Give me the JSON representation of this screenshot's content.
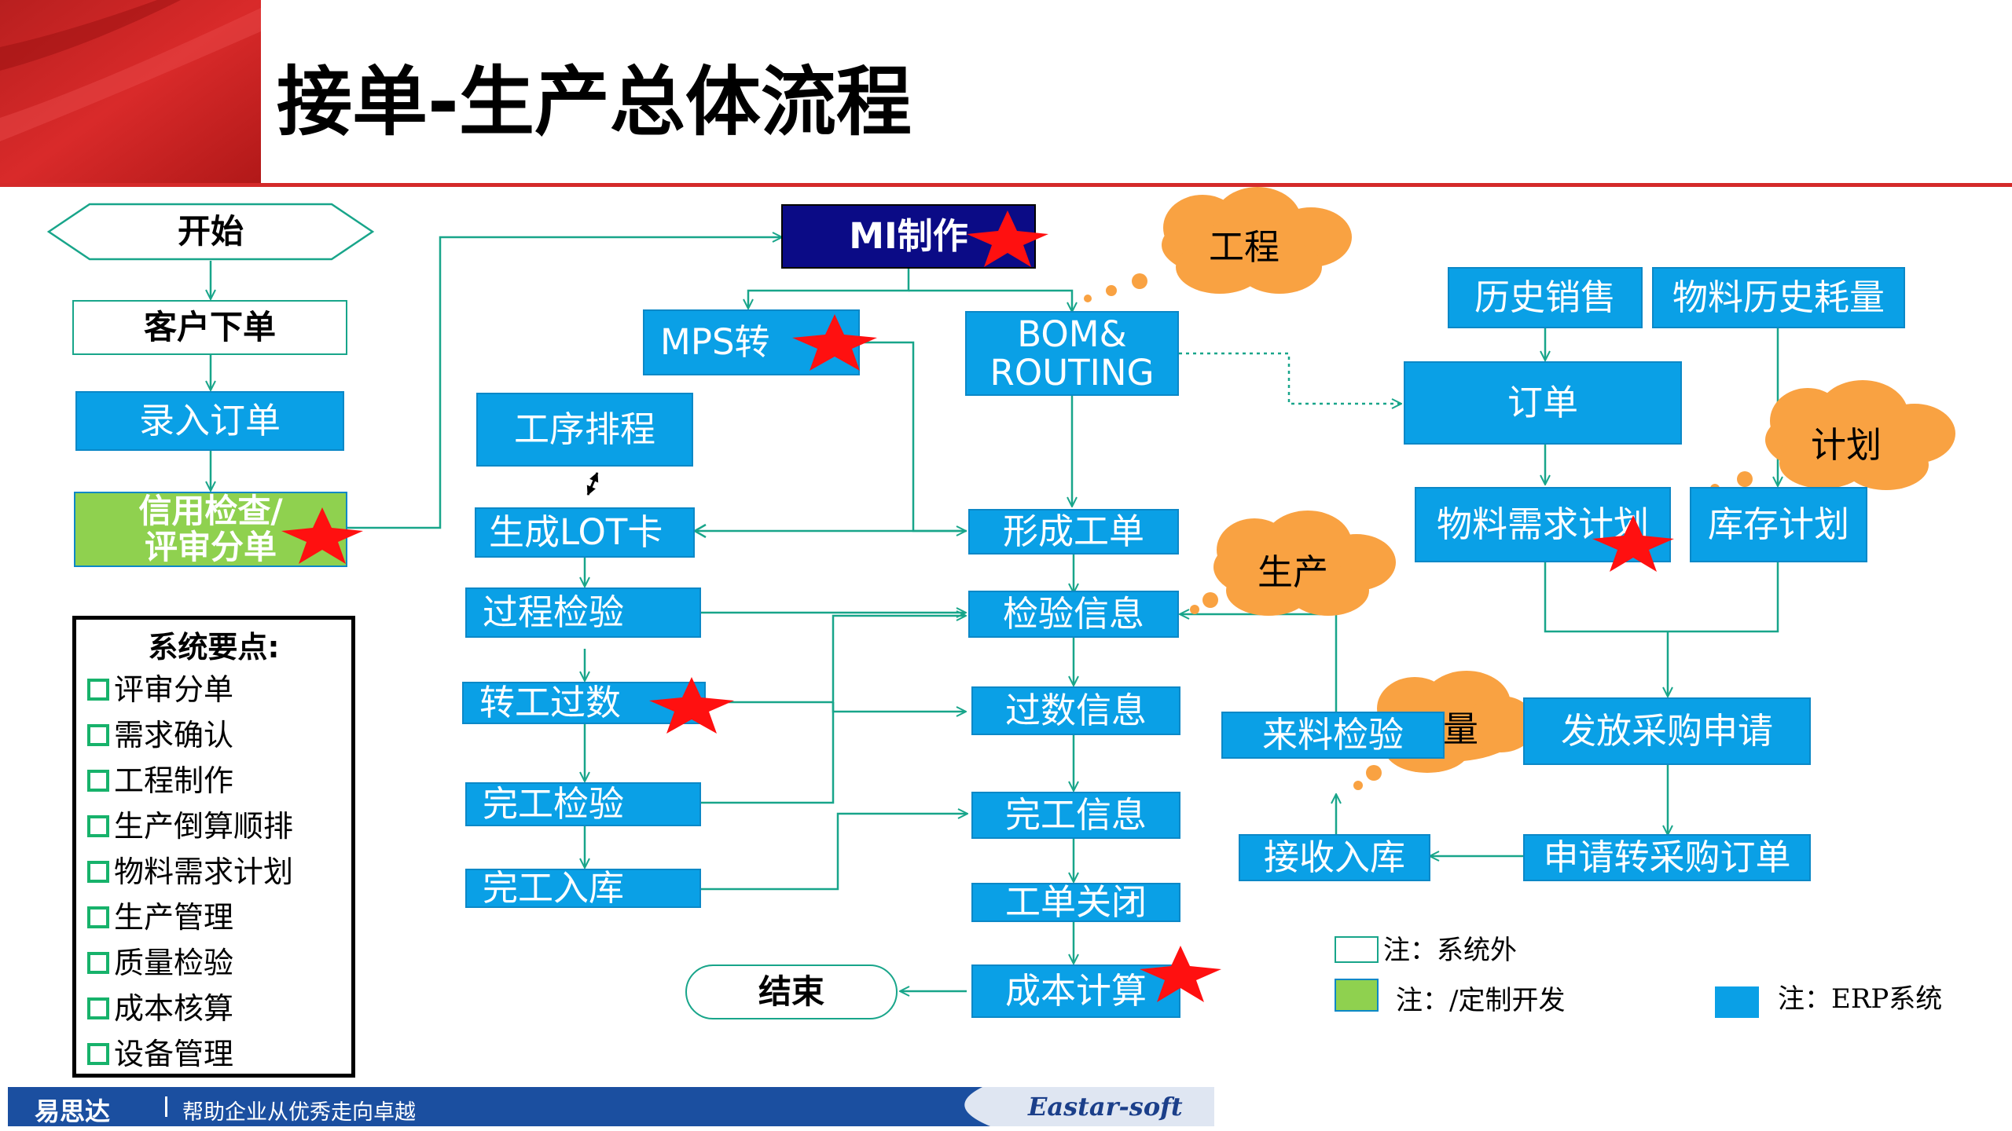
{
  "title": "接单-生产总体流程",
  "nodes": {
    "start": "开始",
    "customer_order": "客户下单",
    "enter_order": "录入订单",
    "credit_check_line1": "信用检查/",
    "credit_check_line2": "评审分单",
    "mi_make": "MI制作",
    "mps": "MPS转",
    "bom_line1": "BOM&",
    "bom_line2": "ROUTING",
    "schedule": "工序排程",
    "lot_card": "生成LOT卡",
    "work_order": "形成工单",
    "process_inspect": "过程检验",
    "inspect_info": "检验信息",
    "transfer_count": "转工过数",
    "count_info": "过数信息",
    "finish_inspect": "完工检验",
    "finish_info": "完工信息",
    "finish_store": "完工入库",
    "close_order": "工单关闭",
    "cost_calc": "成本计算",
    "end": "结束",
    "sales_history": "历史销售",
    "material_history": "物料历史耗量",
    "order": "订单",
    "mrp": "物料需求计划",
    "inventory_plan": "库存计划",
    "incoming_inspect": "来料检验",
    "purchase_request": "发放采购申请",
    "receive_store": "接收入库",
    "request_to_po": "申请转采购订单"
  },
  "clouds": {
    "engineering": "工程",
    "planning": "计划",
    "production": "生产",
    "quality_partial": "量"
  },
  "system_points": {
    "title": "系统要点:",
    "items": [
      "评审分单",
      "需求确认",
      "工程制作",
      "生产倒算顺排",
      "物料需求计划",
      "生产管理",
      "质量检验",
      "成本核算",
      "设备管理"
    ]
  },
  "legend": {
    "outside": "注：系统外",
    "custom": "注：/定制开发",
    "erp": "注：ERP系统"
  },
  "footer": {
    "company": "易思达",
    "slogan": "帮助企业从优秀走向卓越",
    "brand": "Eastar-soft"
  },
  "colors": {
    "banner_red": "#d42a2a",
    "box_blue": "#0aa0e6",
    "custom_green": "#8fd14f",
    "navy": "#0b0b86",
    "cloud_orange": "#f9a242",
    "star_red": "#ff1010",
    "connector_teal": "#18a58a"
  }
}
